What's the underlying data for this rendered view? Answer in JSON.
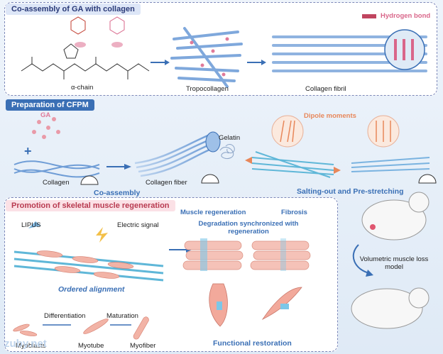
{
  "panel1": {
    "title": "Co-assembly of GA with collagen",
    "legend": "Hydrogen bond",
    "labels": {
      "alpha_chain": "α-chain",
      "tropocollagen": "Tropocollagen",
      "fibril": "Collagen fibril"
    }
  },
  "panel2": {
    "title": "Preparation of CFPM",
    "labels": {
      "ga": "GA",
      "plus": "+",
      "collagen": "Collagen",
      "co_assembly": "Co-assembly",
      "collagen_fiber": "Collagen fiber",
      "gelatin": "Gelatin",
      "dipole": "Dipole moments",
      "salting": "Salting-out and Pre-stretching"
    }
  },
  "panel3": {
    "title": "Promotion of skeletal muscle regeneration",
    "labels": {
      "lipus": "LIPUS",
      "electric": "Electric signal",
      "ordered": "Ordered alignment",
      "muscle_regen": "Muscle regeneration",
      "fibrosis": "Fibrosis",
      "degradation": "Degradation synchronized with regeneration",
      "differentiation": "Differentiation",
      "maturation": "Maturation",
      "myoblasts": "Myoblasts",
      "myotube": "Myotube",
      "myofiber": "Myofiber",
      "functional": "Functional restoration"
    }
  },
  "side": {
    "model": "Volumetric muscle loss model"
  },
  "watermark": "zuby.net",
  "colors": {
    "accent_blue": "#3a6fb5",
    "accent_orange": "#e8875a",
    "pink": "#e07a9a",
    "bg_blue": "#dfeaf6"
  }
}
